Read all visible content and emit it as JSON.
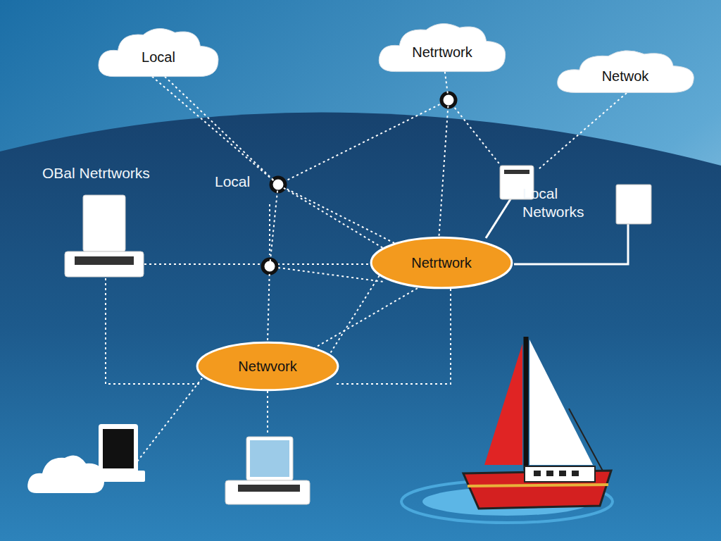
{
  "diagram": {
    "nodes": [
      {
        "text": [
          "Local"
        ]
      },
      {
        "text": [
          "Netrtwork"
        ]
      },
      {
        "text": [
          "Netwok"
        ]
      },
      {
        "text": [
          "Netrtwork"
        ]
      },
      {
        "text": [
          "Netwvork"
        ]
      }
    ],
    "edges": [
      {
        "from": 0,
        "to": 3,
        "arrow": "none"
      },
      {
        "from": 1,
        "to": 3,
        "arrow": "none"
      },
      {
        "from": 3,
        "to": 4,
        "arrow": "none"
      },
      {
        "from": 0,
        "to": 4,
        "arrow": "none"
      }
    ],
    "labels": [
      "OBal Netrtworks",
      "Local",
      "Local Networks"
    ]
  }
}
